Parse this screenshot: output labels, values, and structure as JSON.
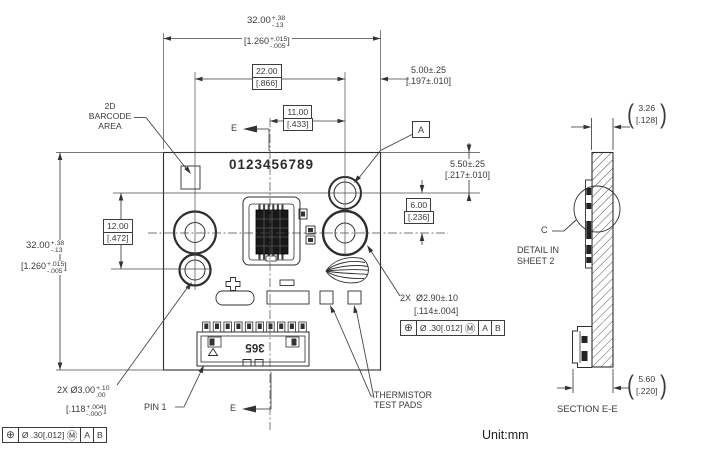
{
  "ui": {
    "paren_open": "(",
    "paren_close": ")"
  },
  "front": {
    "serial": "0123456789",
    "barcode_l1": "2D",
    "barcode_l2": "BARCODE",
    "barcode_l3": "AREA",
    "connector_marking": "365",
    "pin1": "PIN 1",
    "thermistor_l1": "THERMISTOR",
    "thermistor_l2": "TEST PADS",
    "section_cut": "E"
  },
  "dims": {
    "overall": {
      "mm": "32.00",
      "tp": "+.38",
      "tm": "-.13",
      "in1": "[1.260",
      "itp": "+.015",
      "itm": "-.005",
      "in2": "]"
    },
    "d22": {
      "mm": "22.00",
      "in": "[.866]"
    },
    "d11": {
      "mm": "11.00",
      "in": "[.433]"
    },
    "d5": {
      "mm": "5.00±.25",
      "in": "[.197±.010]"
    },
    "d55": {
      "mm": "5.50±.25",
      "in": "[.217±.010]"
    },
    "d6": {
      "mm": "6.00",
      "in": "[.236]"
    },
    "d12": {
      "mm": "12.00",
      "in": "[.472]"
    },
    "h29": {
      "qty": "2X",
      "mm": "Ø2.90±.10",
      "in": "[.114±.004]"
    },
    "h30": {
      "qty": "2X",
      "mm": "Ø3.00",
      "tp": "+.10",
      "tm": ".00",
      "in1": "[.118",
      "itp": "+.004",
      "itm": "-.000",
      "in2": "]"
    },
    "t326": {
      "mm": "3.26",
      "in": "[.128]"
    },
    "t560": {
      "mm": "5.60",
      "in": "[.220]"
    }
  },
  "gdt": {
    "position_symbol": "⊕",
    "tolerance": "Ø .30[.012]",
    "modifier": "Ⓜ",
    "datum_a": "A",
    "datum_b": "B"
  },
  "datum": {
    "a": "A",
    "c": "C"
  },
  "section": {
    "detail_l1": "DETAIL IN",
    "detail_l2": "SHEET 2",
    "title": "SECTION E-E"
  },
  "footer": {
    "unit": "Unit:mm"
  }
}
